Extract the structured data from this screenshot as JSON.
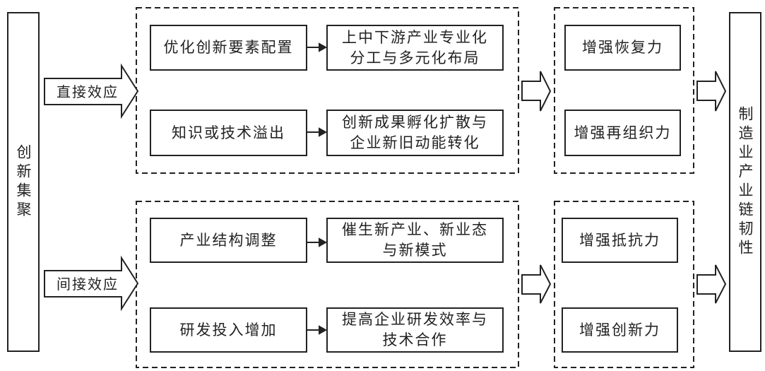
{
  "source": {
    "label": "创新集聚"
  },
  "target": {
    "label": "制造业产业链韧性"
  },
  "effects": [
    {
      "label": "直接效应",
      "mechanisms": [
        {
          "cause": "优化创新要素配置",
          "result": "上中下游产业专业化\n分工与多元化布局"
        },
        {
          "cause": "知识或技术溢出",
          "result": "创新成果孵化扩散与\n企业新旧动能转化"
        }
      ],
      "outcomes": [
        "增强恢复力",
        "增强再组织力"
      ]
    },
    {
      "label": "间接效应",
      "mechanisms": [
        {
          "cause": "产业结构调整",
          "result": "催生新产业、新业态\n与新模式"
        },
        {
          "cause": "研发投入增加",
          "result": "提高企业研发效率与\n技术合作"
        }
      ],
      "outcomes": [
        "增强抵抗力",
        "增强创新力"
      ]
    }
  ],
  "colors": {
    "stroke": "#222222",
    "background": "#ffffff"
  }
}
